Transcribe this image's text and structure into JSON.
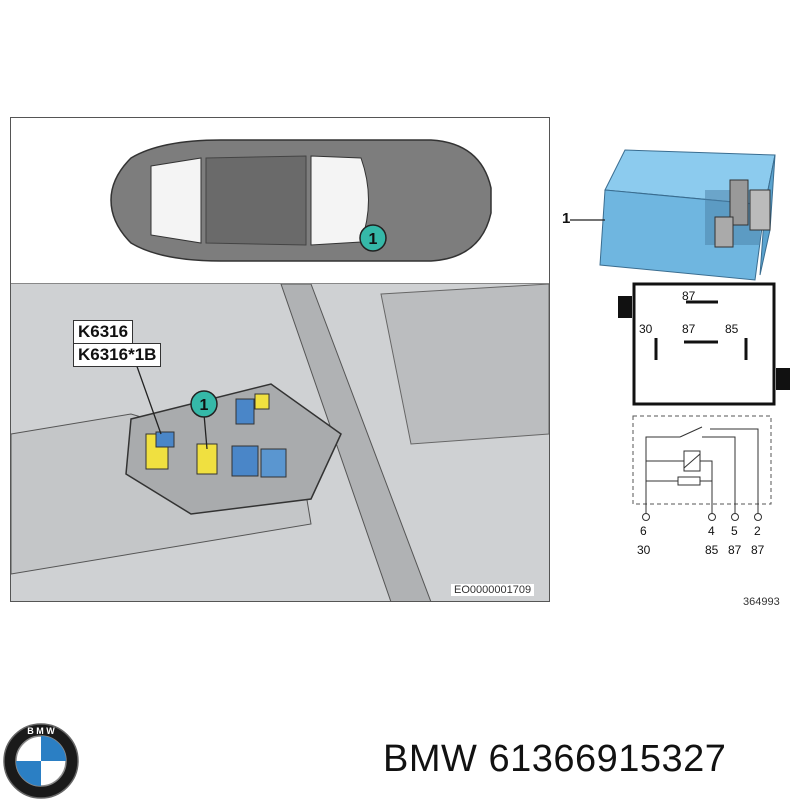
{
  "callout_number": "1",
  "location_labels": [
    "K6316",
    "K6316*1B"
  ],
  "image_code": "EO0000001709",
  "relay": {
    "part_callout": "1",
    "terminals": {
      "top": "87",
      "left": "30",
      "mid": "87",
      "right": "85"
    }
  },
  "schematic": {
    "pins": [
      "6",
      "4",
      "5",
      "2"
    ],
    "terminals": [
      "30",
      "85",
      "87",
      "87"
    ]
  },
  "drawing_number": "364993",
  "footer": {
    "brand": "BMW",
    "part_number": "61366915327"
  },
  "colors": {
    "relay_blue": "#6fb6e0",
    "callout_teal": "#35b8a8",
    "connector_yellow": "#f0e040",
    "connector_blue": "#4a86c8"
  }
}
